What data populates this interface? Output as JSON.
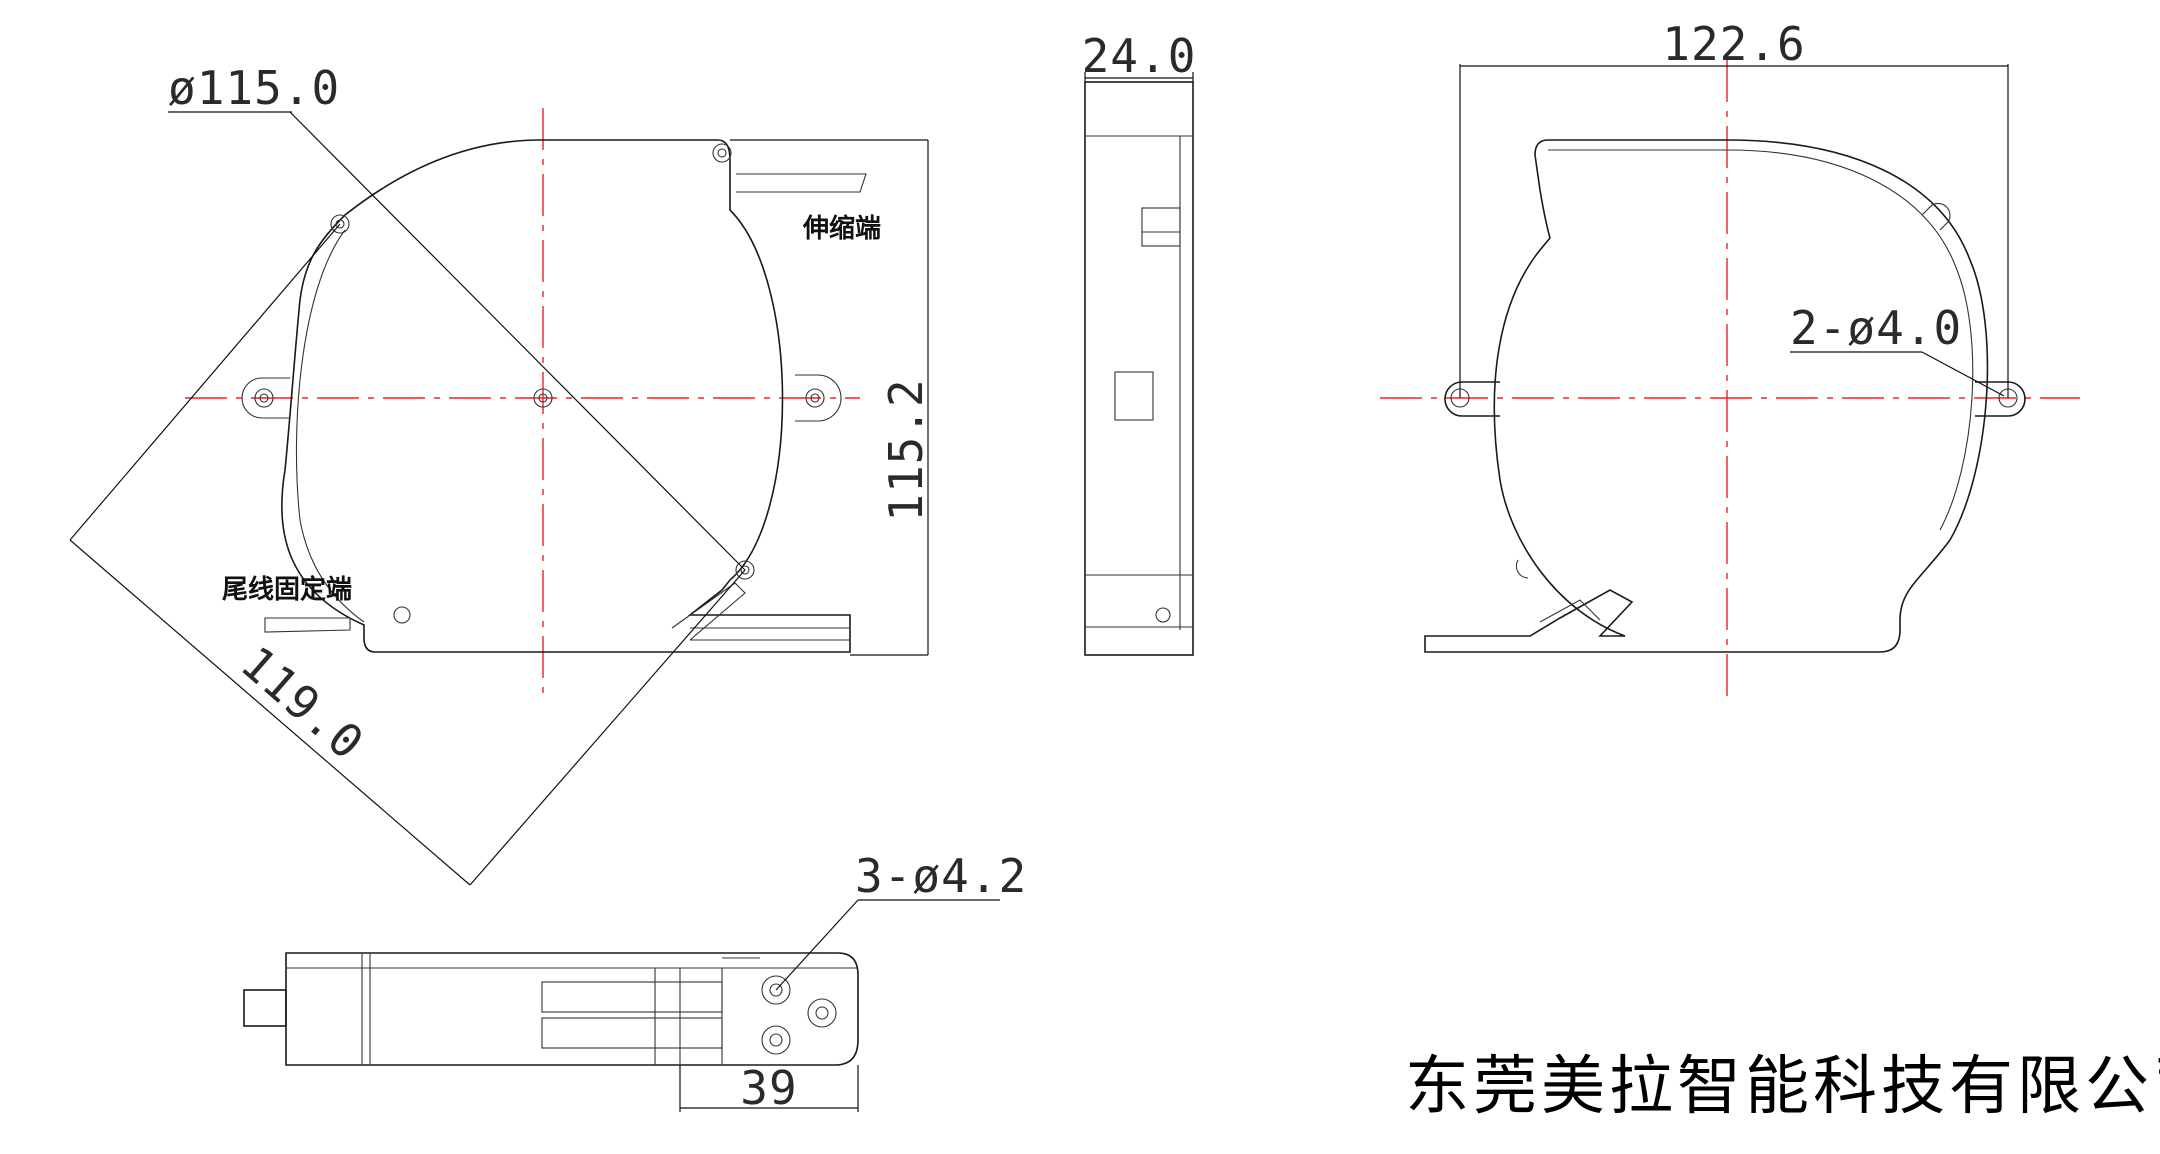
{
  "dimensions": {
    "front_diameter": "ø115.0",
    "front_height": "115.2",
    "front_diagonal": "119.0",
    "side_width": "24.0",
    "back_width": "122.6",
    "back_holes": "2-ø4.0",
    "bottom_holes": "3-ø4.2",
    "bottom_width": "39"
  },
  "labels": {
    "retract_end": "伸缩端",
    "fixed_end": "尾线固定端"
  },
  "company": "东莞美拉智能科技有限公司",
  "colors": {
    "outline": "#1a1a1a",
    "centerline": "#e8262b"
  }
}
